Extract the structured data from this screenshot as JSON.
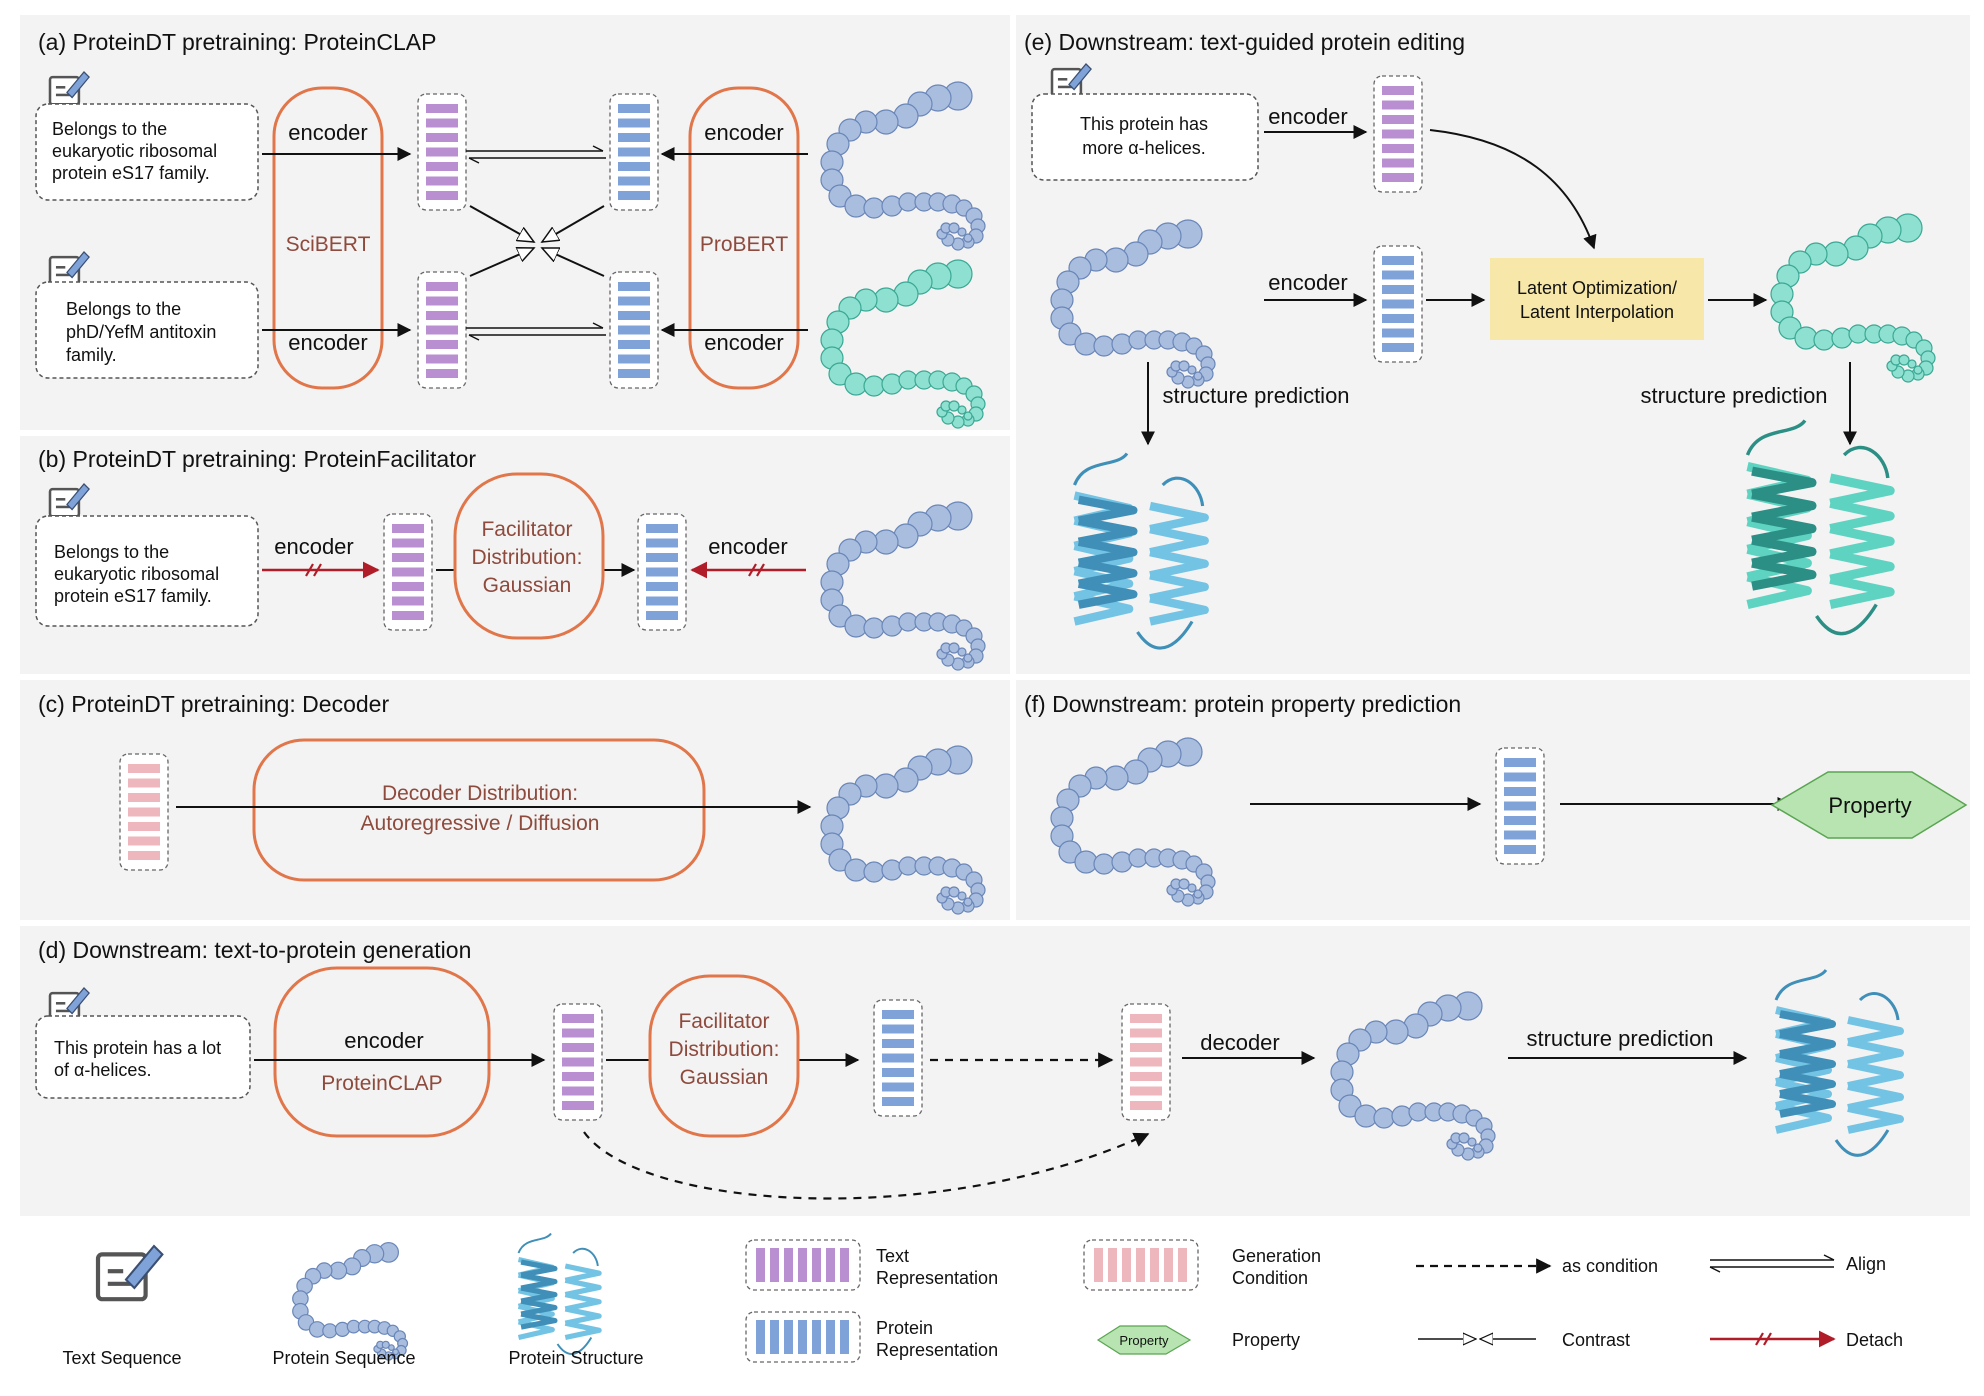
{
  "panels": {
    "a": {
      "title": "(a) ProteinDT pretraining: ProteinCLAP",
      "text1": [
        "Belongs to the",
        "eukaryotic ribosomal",
        "protein eS17 family."
      ],
      "text2": [
        "Belongs to the",
        "phD/YefM antitoxin",
        "family."
      ],
      "encoder": "encoder",
      "text_model": "SciBERT",
      "protein_model": "ProBERT"
    },
    "b": {
      "title": "(b) ProteinDT pretraining: ProteinFacilitator",
      "text": [
        "Belongs to the",
        "eukaryotic ribosomal",
        "protein eS17 family."
      ],
      "encoder": "encoder",
      "facilitator": [
        "Facilitator",
        "Distribution:",
        "Gaussian"
      ]
    },
    "c": {
      "title": "(c) ProteinDT pretraining: Decoder",
      "decoder": [
        "Decoder Distribution:",
        "Autoregressive / Diffusion"
      ]
    },
    "d": {
      "title": "(d) Downstream: text-to-protein generation",
      "text": [
        "This protein has a lot",
        "of α-helices."
      ],
      "encoder": "encoder",
      "encoder_model": "ProteinCLAP",
      "facilitator": [
        "Facilitator",
        "Distribution:",
        "Gaussian"
      ],
      "decoder": "decoder",
      "structure_prediction": "structure prediction"
    },
    "e": {
      "title": "(e) Downstream: text-guided protein editing",
      "text": [
        "This protein has",
        "more α-helices."
      ],
      "encoder": "encoder",
      "latent": [
        "Latent Optimization/",
        "Latent Interpolation"
      ],
      "structure_prediction": "structure prediction"
    },
    "f": {
      "title": "(f) Downstream: protein property prediction",
      "property": "Property"
    }
  },
  "legend": {
    "text_sequence": "Text Sequence",
    "protein_sequence": "Protein Sequence",
    "protein_structure": "Protein Structure",
    "text_rep": [
      "Text",
      "Representation"
    ],
    "protein_rep": [
      "Protein",
      "Representation"
    ],
    "generation_condition": [
      "Generation",
      "Condition"
    ],
    "property_icon": "Property",
    "property": "Property",
    "as_condition": "as condition",
    "align": "Align",
    "contrast": "Contrast",
    "detach": "Detach"
  },
  "colors": {
    "panel_bg": "#f3f3f3",
    "text_rep": "#b98fd1",
    "protein_rep": "#7fa3d8",
    "condition": "#eeb7bd",
    "orange": "#e0764a",
    "bead_blue": "#a9bedf",
    "bead_teal": "#8ee0d0",
    "latent_box": "#f7e7a8",
    "property_fill": "#b7e4b0",
    "detach_red": "#b01c28"
  }
}
